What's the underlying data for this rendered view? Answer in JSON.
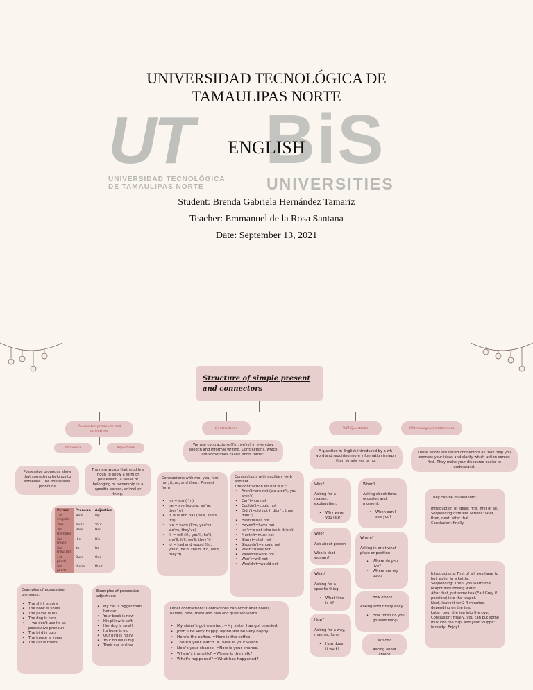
{
  "cover": {
    "university_line1": "UNIVERSIDAD TECNOLÓGICA DE",
    "university_line2": "TAMAULIPAS NORTE",
    "logo_ut": "UT",
    "logo_bis": "BiS",
    "logo_universities": "UNIVERSITIES",
    "logo_subtitle_1": "UNIVERSIDAD TECNOLÓGICA",
    "logo_subtitle_2": "DE TAMAULIPAS NORTE",
    "subject": "ENGLISH",
    "student": "Student: Brenda Gabriela Hernández Tamariz",
    "teacher": "Teacher: Emmanuel de la Rosa Santana",
    "date": "Date: September 13, 2021"
  },
  "map": {
    "title": "Structure of simple present and connectors",
    "branches": {
      "possessive": "Possessive pronouns and adjectives",
      "contractions": "Contractions",
      "wh": "WH Questions",
      "chronological": "Chronological connectors"
    },
    "possessive": {
      "pronouns_label": "Pronouns",
      "adjectives_label": "Adjectives",
      "pronouns_def": "Possessive pronouns show that something belongs to someone. The possessive pronouns",
      "adjectives_def": "They are words that modify a noun to show a form of possession, a sense of belonging or ownership to a specific person, animal or thing.",
      "table": {
        "headers": [
          "Person",
          "Pronoun",
          "Adjective"
        ],
        "rows": [
          [
            "1st singular",
            "Mine",
            "My"
          ],
          [
            "2nd",
            "Yours",
            "Your"
          ],
          [
            "3rd (Female)",
            "Hers",
            "Her"
          ],
          [
            "3rd (male)",
            "His",
            "His"
          ],
          [
            "3rd (neutral)",
            "Its",
            "Its"
          ],
          [
            "1st plural",
            "Ours",
            "Our"
          ],
          [
            "3rd plural",
            "theirs",
            "their"
          ]
        ]
      },
      "pronoun_examples_title": "Examples of possessive pronouns:",
      "pronoun_examples": [
        "The shirt is mine",
        "The book is yours",
        "The pillow is his",
        "The dog is hers",
        "—we don't use its as possessive pronoun",
        "The bird is ours",
        "The house is yours",
        "The car is theirs"
      ],
      "adjective_examples_title": "Examples of possessive adjectives:",
      "adjective_examples": [
        "My car is bigger than her car.",
        "Your book is new",
        "His pillow is soft",
        "Her dog is small",
        "Its bone is old",
        "Our bird is noisy",
        "Your house is big",
        "Their car is slow"
      ]
    },
    "contractions": {
      "intro": "We use contractions (I'm, we're) in everyday speech and informal writing. Contractions, which are sometimes called 'short forms'.",
      "pronouns_title": "Contractions with me, you, him, her, it, us, and them. Present form",
      "pronouns_list": [
        "'m = am (I'm)",
        "'re = are (you're, we're, they're)",
        "'s = is and has (he's, she's, it's)",
        "'ve = have (I've, you've, we've, they've)",
        "'ll = will (I'll, you'll, he'll, she'll, it'll, we'll, they'll)",
        "'d = had and would (I'd, you'd, he'd, she'd, it'd, we'd, they'd)"
      ],
      "aux_title": "Contractions with auxiliary verb and not",
      "aux_subtitle": "The contraction for not is n't:",
      "aux_list": [
        "Aren't=are not (we aren't, you aren't)",
        "Can't=cannot",
        "Couldn't=could not",
        "Didn't=did not (I didn't, they didn't)",
        "Hasn't=has not",
        "Haven't=have not",
        "Isn't=is not (she isn't, it isn't)",
        "Mustn't=must not",
        "Shan't=shall not",
        "Shouldn't=should not",
        "Wasn't=was not",
        "Weren't=were not",
        "Won't=will not",
        "Wouldn't=would not"
      ],
      "other_title": "Other contractions: Contractions can occur after nouns, names, here, there and now and question words.",
      "other_list": [
        "My sister's got married. =My sister has got married.",
        "John'll be very happy. =John will be very happy.",
        "Here's the coffee. =Here is the coffee.",
        "There's your watch. =There is your watch.",
        "Now's your chance. =Now is your chance.",
        "Where's the milk? =Where is the milk?",
        "What's happened? =What has happened?"
      ]
    },
    "wh": {
      "intro": "A question in English introduced by a wh-word and requiring more information in reply than simply yes or no.",
      "why_title": "Why?",
      "why_desc": "Asking for a reason, explanation.",
      "why_example": "Why were you late?",
      "who_title": "Who?",
      "who_desc": "Ask about person",
      "who_example": "Who is that woman?",
      "what_title": "What?",
      "what_desc": "Asking for a specific thing",
      "what_example": "What time is it?",
      "how_title": "How?",
      "how_desc": "Asking for a way, manner, form",
      "how_example": "How does it work?",
      "when_title": "When?",
      "when_desc": "Asking about time, occasion and moment.",
      "when_example": "When can I see you?",
      "where_title": "Where?",
      "where_desc": "Asking in or at what place or position",
      "where_examples": [
        "Where do you live?",
        "Where are my boots"
      ],
      "howoften_title": "How often?",
      "howoften_desc": "Asking about frequency",
      "howoften_example": "How often do you go swimming?",
      "which_title": "Which?",
      "which_desc": "Asking about choice"
    },
    "chronological": {
      "intro": "These words are called connectors as they help you connect your ideas and clarify which action comes first. They make your discourse easier to understand.",
      "divided_title": "They can be divided into:",
      "divided_1": "Introduction of ideas: first, first of all.",
      "divided_2": "Sequencing different actions: later, then, next, after that",
      "divided_3": "Conclusion: finally.",
      "example_intro": "Introductions: First of all, you have to boil water in a kettle.",
      "example_seq": "Sequencing: Then, you warm the teapot with boiling water.",
      "example_after": "After that, put some tea (Earl Grey if possible) into the teapot.",
      "example_next": "Next, leave it for 2-4 minutes, depending on the tea.",
      "example_later": "Later, pour the tea into the cup.",
      "example_conclusion": "Conclusion: Finally, you can put some milk into the cup, and your \"cuppa\" is ready! Enjoy!"
    }
  }
}
